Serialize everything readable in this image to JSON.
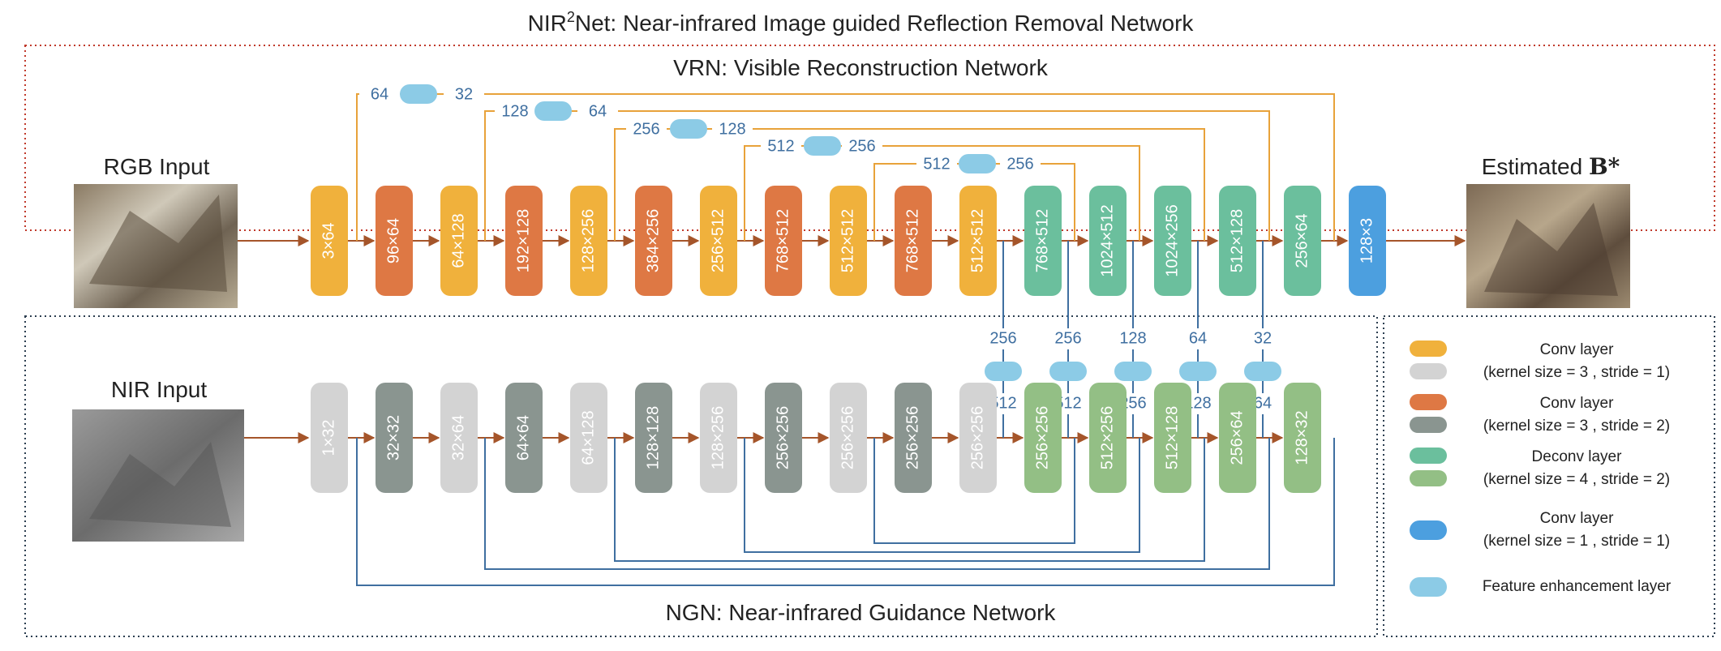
{
  "title": {
    "prefix": "NIR",
    "sup": "2",
    "suffix": "Net: Near-infrared Image guided Reflection Removal Network"
  },
  "vrn_label": "VRN: Visible Reconstruction Network",
  "ngn_label": "NGN: Near-infrared Guidance Network",
  "rgb_input_label": "RGB Input",
  "nir_input_label": "NIR Input",
  "output_label": {
    "text": "Estimated ",
    "symbol": "B*"
  },
  "colors": {
    "conv_s1": "#f0b13c",
    "conv_s2": "#de7844",
    "deconv": "#6bbf9d",
    "conv_1x1": "#4c9fdf",
    "fe": "#8ccbe6",
    "ngn_s1": "#d3d3d3",
    "ngn_s2": "#8a9590",
    "ngn_deconv": "#93bf85",
    "skip_vrn": "#e8a23a",
    "skip_ngn": "#3f6fa0",
    "flow": "#a5552a",
    "frame_top": "#c0392b",
    "frame_bottom": "#2c3e50"
  },
  "vrn_layers": [
    {
      "label": "3×64",
      "kind": "conv_s1"
    },
    {
      "label": "96×64",
      "kind": "conv_s2"
    },
    {
      "label": "64×128",
      "kind": "conv_s1"
    },
    {
      "label": "192×128",
      "kind": "conv_s2"
    },
    {
      "label": "128×256",
      "kind": "conv_s1"
    },
    {
      "label": "384×256",
      "kind": "conv_s2"
    },
    {
      "label": "256×512",
      "kind": "conv_s1"
    },
    {
      "label": "768×512",
      "kind": "conv_s2"
    },
    {
      "label": "512×512",
      "kind": "conv_s1"
    },
    {
      "label": "768×512",
      "kind": "conv_s2"
    },
    {
      "label": "512×512",
      "kind": "conv_s1"
    },
    {
      "label": "768×512",
      "kind": "deconv"
    },
    {
      "label": "1024×512",
      "kind": "deconv"
    },
    {
      "label": "1024×256",
      "kind": "deconv"
    },
    {
      "label": "512×128",
      "kind": "deconv"
    },
    {
      "label": "256×64",
      "kind": "deconv"
    },
    {
      "label": "128×3",
      "kind": "conv_1x1"
    }
  ],
  "ngn_layers": [
    {
      "label": "1×32",
      "kind": "ngn_s1"
    },
    {
      "label": "32×32",
      "kind": "ngn_s2"
    },
    {
      "label": "32×64",
      "kind": "ngn_s1"
    },
    {
      "label": "64×64",
      "kind": "ngn_s2"
    },
    {
      "label": "64×128",
      "kind": "ngn_s1"
    },
    {
      "label": "128×128",
      "kind": "ngn_s2"
    },
    {
      "label": "128×256",
      "kind": "ngn_s1"
    },
    {
      "label": "256×256",
      "kind": "ngn_s2"
    },
    {
      "label": "256×256",
      "kind": "ngn_s1"
    },
    {
      "label": "256×256",
      "kind": "ngn_s2"
    },
    {
      "label": "256×256",
      "kind": "ngn_s1"
    },
    {
      "label": "256×256",
      "kind": "ngn_deconv"
    },
    {
      "label": "512×256",
      "kind": "ngn_deconv"
    },
    {
      "label": "512×128",
      "kind": "ngn_deconv"
    },
    {
      "label": "256×64",
      "kind": "ngn_deconv"
    },
    {
      "label": "128×32",
      "kind": "ngn_deconv"
    }
  ],
  "vrn_skips": [
    {
      "in": "64",
      "out": "32"
    },
    {
      "in": "128",
      "out": "64"
    },
    {
      "in": "256",
      "out": "128"
    },
    {
      "in": "512",
      "out": "256"
    },
    {
      "in": "512",
      "out": "256"
    }
  ],
  "cross_links": [
    {
      "top": "256",
      "bottom": "512"
    },
    {
      "top": "256",
      "bottom": "512"
    },
    {
      "top": "128",
      "bottom": "256"
    },
    {
      "top": "64",
      "bottom": "128"
    },
    {
      "top": "32",
      "bottom": "64"
    }
  ],
  "legend": [
    {
      "colors": [
        "conv_s1",
        "ngn_s1"
      ],
      "line1": "Conv layer",
      "line2": "(kernel size = 3 , stride = 1)"
    },
    {
      "colors": [
        "conv_s2",
        "ngn_s2"
      ],
      "line1": "Conv layer",
      "line2": "(kernel size = 3 , stride = 2)"
    },
    {
      "colors": [
        "deconv",
        "ngn_deconv"
      ],
      "line1": "Deconv layer",
      "line2": "(kernel size = 4 , stride = 2)"
    },
    {
      "colors": [
        "conv_1x1"
      ],
      "line1": "Conv layer",
      "line2": "(kernel size = 1 , stride = 1)"
    },
    {
      "colors": [
        "fe"
      ],
      "line1": "Feature enhancement layer",
      "line2": ""
    }
  ]
}
